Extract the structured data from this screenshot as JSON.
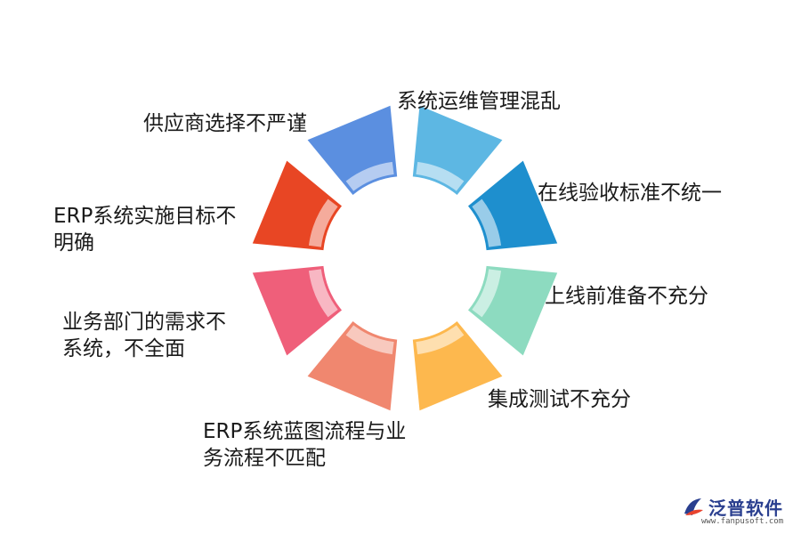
{
  "diagram": {
    "segments": [
      {
        "label": "系统运维管理混乱",
        "color": "#5DB7E3"
      },
      {
        "label": "在线验收标准不统一",
        "color": "#1E8FCE"
      },
      {
        "label": "上线前准备不充分",
        "color": "#8DDBC0"
      },
      {
        "label": "集成测试不充分",
        "color": "#FDB84E"
      },
      {
        "label": "ERP系统蓝图流程与业务流程不匹配",
        "color": "#F0876F"
      },
      {
        "label": "业务部门的需求不系统，不全面",
        "color": "#EF5F7A"
      },
      {
        "label": "ERP系统实施目标不明确",
        "color": "#E84624"
      },
      {
        "label": "供应商选择不严谨",
        "color": "#5B8FE0"
      }
    ],
    "labels": {
      "s0": [
        "系统运维管理混乱"
      ],
      "s1": [
        "在线验收标准不统一"
      ],
      "s2": [
        "上线前准备不充分"
      ],
      "s3": [
        "集成测试不充分"
      ],
      "s4": [
        "ERP系统蓝图流程与业",
        "务流程不匹配"
      ],
      "s5": [
        "业务部门的需求不",
        "系统，不全面"
      ],
      "s6": [
        "ERP系统实施目标不",
        "明确"
      ],
      "s7": [
        "供应商选择不严谨"
      ]
    }
  },
  "logo": {
    "name": "泛普软件",
    "url": "www.fanpusoft.com",
    "icon": "fanpu-logo-icon"
  }
}
